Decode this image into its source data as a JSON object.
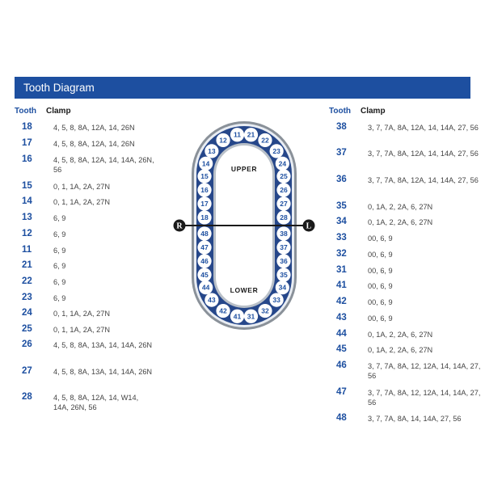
{
  "title": "Tooth Diagram",
  "headers": {
    "tooth": "Tooth",
    "clamp": "Clamp"
  },
  "left_rows": [
    {
      "tooth": "18",
      "clamp": "4, 5, 8, 8A, 12A, 14, 26N"
    },
    {
      "tooth": "17",
      "clamp": "4, 5, 8, 8A, 12A, 14, 26N"
    },
    {
      "tooth": "16",
      "clamp": "4, 5, 8, 8A, 12A, 14, 14A, 26N, 56"
    },
    {
      "tooth": "15",
      "clamp": "0, 1, 1A, 2A, 27N"
    },
    {
      "tooth": "14",
      "clamp": "0, 1, 1A, 2A, 27N"
    },
    {
      "tooth": "13",
      "clamp": "6, 9"
    },
    {
      "tooth": "12",
      "clamp": "6, 9"
    },
    {
      "tooth": "11",
      "clamp": "6, 9"
    },
    {
      "tooth": "21",
      "clamp": "6, 9"
    },
    {
      "tooth": "22",
      "clamp": "6, 9"
    },
    {
      "tooth": "23",
      "clamp": "6, 9"
    },
    {
      "tooth": "24",
      "clamp": "0, 1, 1A, 2A, 27N"
    },
    {
      "tooth": "25",
      "clamp": "0, 1, 1A, 2A, 27N"
    },
    {
      "tooth": "26",
      "clamp": "4, 5, 8, 8A, 13A, 14, 14A, 26N"
    },
    {
      "tooth": "27",
      "clamp": "4, 5, 8, 8A, 13A, 14, 14A, 26N"
    },
    {
      "tooth": "28",
      "clamp": "4, 5, 8, 8A, 12A, 14, W14, 14A, 26N, 56"
    }
  ],
  "right_rows": [
    {
      "tooth": "38",
      "clamp": "3, 7, 7A, 8A, 12A, 14, 14A, 27, 56"
    },
    {
      "tooth": "37",
      "clamp": "3, 7, 7A, 8A, 12A, 14, 14A, 27, 56"
    },
    {
      "tooth": "36",
      "clamp": "3, 7, 7A, 8A, 12A, 14, 14A, 27, 56"
    },
    {
      "tooth": "35",
      "clamp": "0, 1A, 2, 2A, 6, 27N"
    },
    {
      "tooth": "34",
      "clamp": "0, 1A, 2, 2A, 6, 27N"
    },
    {
      "tooth": "33",
      "clamp": "00, 6, 9"
    },
    {
      "tooth": "32",
      "clamp": "00, 6, 9"
    },
    {
      "tooth": "31",
      "clamp": "00, 6, 9"
    },
    {
      "tooth": "41",
      "clamp": "00, 6, 9"
    },
    {
      "tooth": "42",
      "clamp": "00, 6, 9"
    },
    {
      "tooth": "43",
      "clamp": "00, 6, 9"
    },
    {
      "tooth": "44",
      "clamp": "0, 1A, 2, 2A, 6, 27N"
    },
    {
      "tooth": "45",
      "clamp": "0, 1A, 2, 2A, 6, 27N"
    },
    {
      "tooth": "46",
      "clamp": "3, 7, 7A, 8A, 12, 12A, 14, 14A, 27, 56"
    },
    {
      "tooth": "47",
      "clamp": "3, 7, 7A, 8A, 12, 12A, 14, 14A, 27, 56"
    },
    {
      "tooth": "48",
      "clamp": "3, 7, 7A, 8A, 14, 14A, 27, 56"
    }
  ],
  "diagram": {
    "upper_label": "UPPER",
    "lower_label": "LOWER",
    "right_marker": "R",
    "left_marker": "L",
    "upper_teeth": [
      "18",
      "17",
      "16",
      "15",
      "14",
      "13",
      "12",
      "11",
      "21",
      "22",
      "23",
      "24",
      "25",
      "26",
      "27",
      "28"
    ],
    "lower_teeth": [
      "48",
      "47",
      "46",
      "45",
      "44",
      "43",
      "42",
      "41",
      "31",
      "32",
      "33",
      "34",
      "35",
      "36",
      "37",
      "38"
    ]
  },
  "colors": {
    "brand_blue": "#1d4fa0",
    "ring_fill": "#26478a",
    "ring_gray": "#8a9199",
    "tooth_fill": "#ffffff"
  }
}
